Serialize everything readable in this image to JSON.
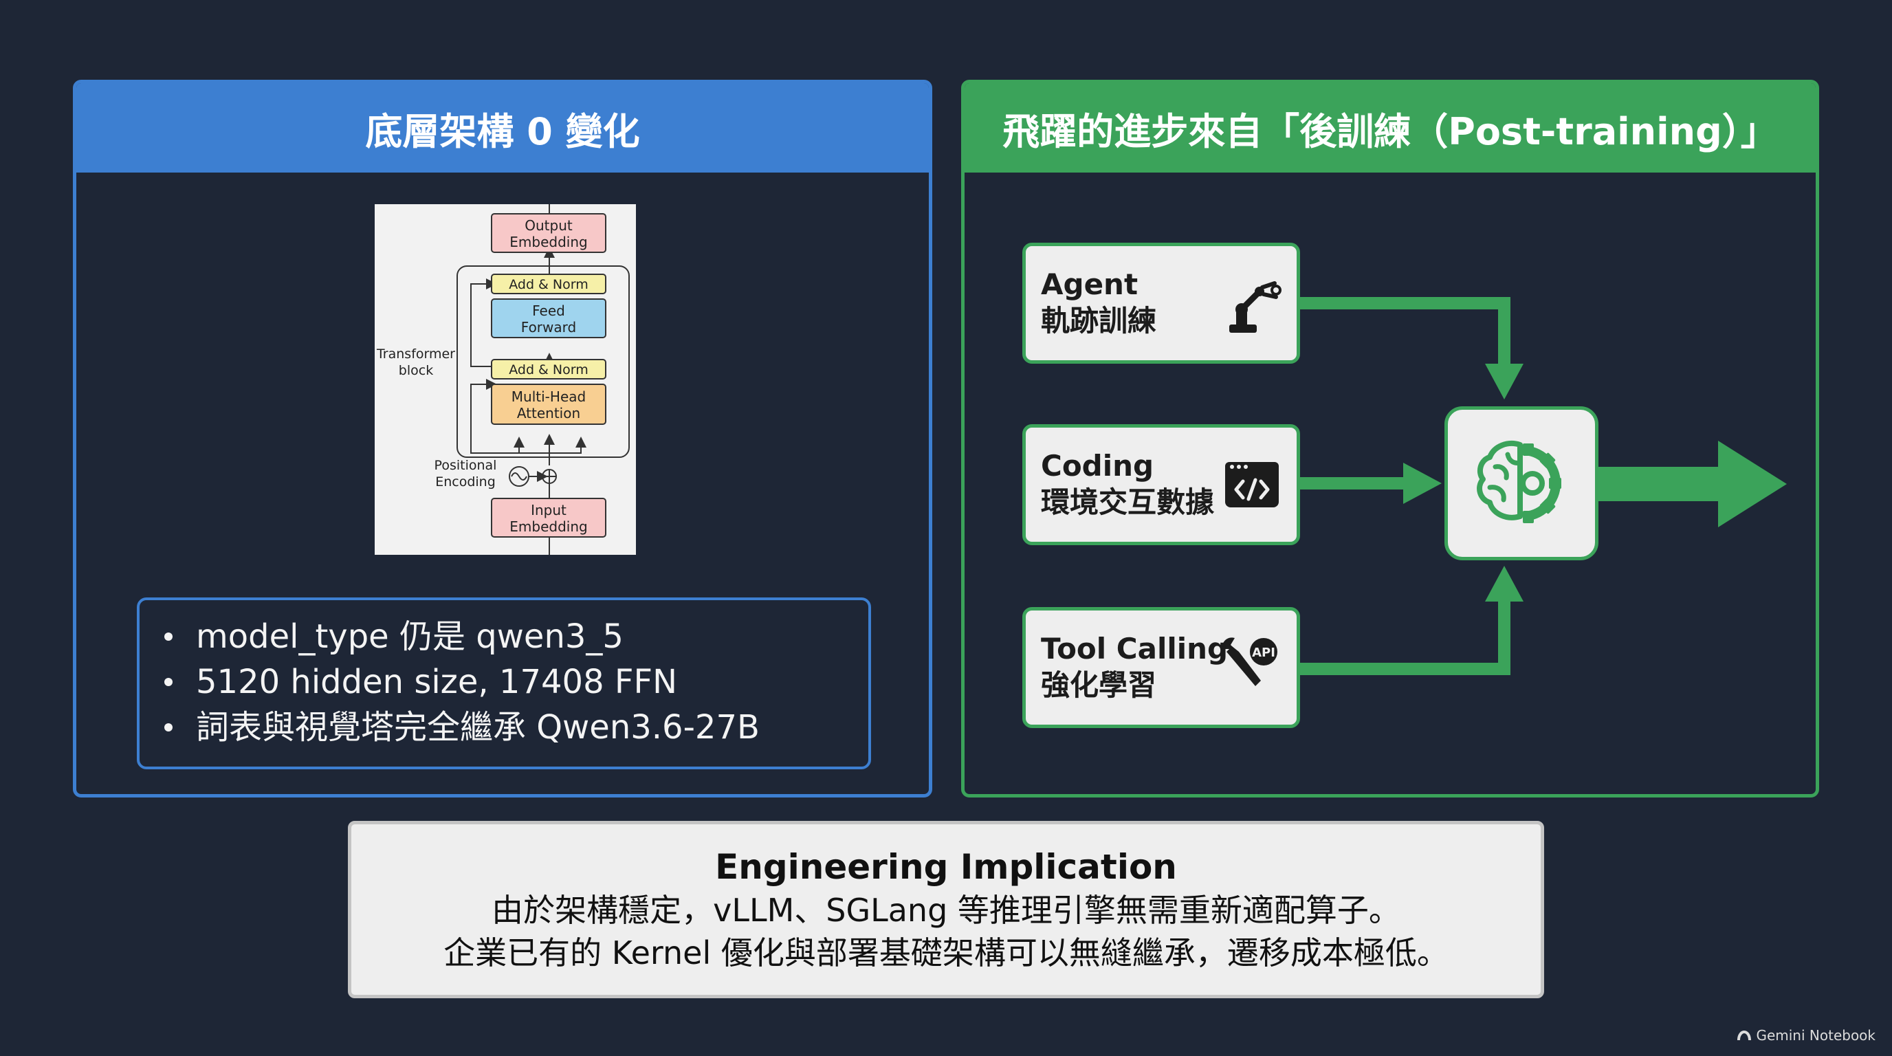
{
  "left_panel": {
    "title": "底層架構 0 變化",
    "figure": {
      "output_embedding": [
        "Output",
        "Embedding"
      ],
      "add_norm_top": "Add & Norm",
      "feed_forward": [
        "Feed",
        "Forward"
      ],
      "add_norm_bottom": "Add & Norm",
      "attention": [
        "Multi-Head",
        "Attention"
      ],
      "transformer_block": [
        "Transformer",
        "block"
      ],
      "positional_encoding": [
        "Positional",
        "Encoding"
      ],
      "input_embedding": [
        "Input",
        "Embedding"
      ]
    },
    "bullets": [
      "model_type 仍是 qwen3_5",
      "5120 hidden size, 17408 FFN",
      "詞表與視覺塔完全繼承 Qwen3.6-27B"
    ]
  },
  "right_panel": {
    "title": "飛躍的進步來自「後訓練（Post-training）」",
    "cards": [
      {
        "title": "Agent",
        "subtitle": "軌跡訓練",
        "icon": "robot-arm-icon"
      },
      {
        "title": "Coding",
        "subtitle": "環境交互數據",
        "icon": "code-window-icon"
      },
      {
        "title": "Tool Calling",
        "subtitle": "強化學習",
        "icon": "api-wrench-icon",
        "icon_text": "API"
      }
    ],
    "hub_icon": "brain-gear-icon"
  },
  "implication": {
    "title": "Engineering Implication",
    "lines": [
      "由於架構穩定，vLLM、SGLang 等推理引擎無需重新適配算子。",
      "企業已有的 Kernel 優化與部署基礎架構可以無縫繼承，遷移成本極低。"
    ]
  },
  "watermark": "Gemini Notebook",
  "colors": {
    "background": "#1e2636",
    "blue_accent": "#3d7fd1",
    "green_accent": "#3ba35a",
    "card_bg": "#eeeeee"
  }
}
